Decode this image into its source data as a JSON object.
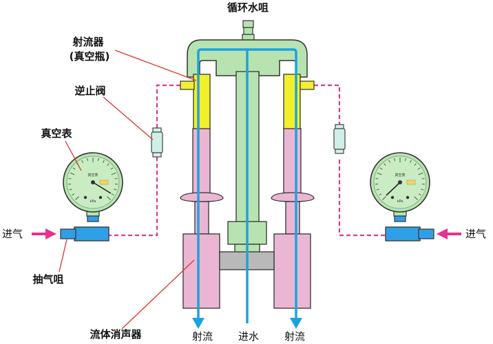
{
  "labels": {
    "water_nozzle": "循环水咀",
    "ejector_line1": "射流器",
    "ejector_line2": "(真空瓶)",
    "check_valve": "逆止阀",
    "vacuum_gauge": "真空表",
    "air_in_left": "进气",
    "air_in_right": "进气",
    "suction_nozzle": "抽气咀",
    "fluid_silencer": "流体消声器",
    "jet_left": "射流",
    "water_in": "进水",
    "jet_right": "射流"
  },
  "gauge": {
    "face_title": "真空表",
    "unit": "kPa"
  },
  "colors": {
    "manifold_green": "#b7e3b0",
    "ejector_yellow": "#f2ef2e",
    "body_pink": "#ebb6d3",
    "flow_blue": "#1aa3e0",
    "arrow_magenta": "#e8308c",
    "connector_blue": "#2f9fe6",
    "base_gray": "#b9b9b9",
    "leader_red": "#e0302c",
    "dash_magenta": "#e0358f"
  }
}
